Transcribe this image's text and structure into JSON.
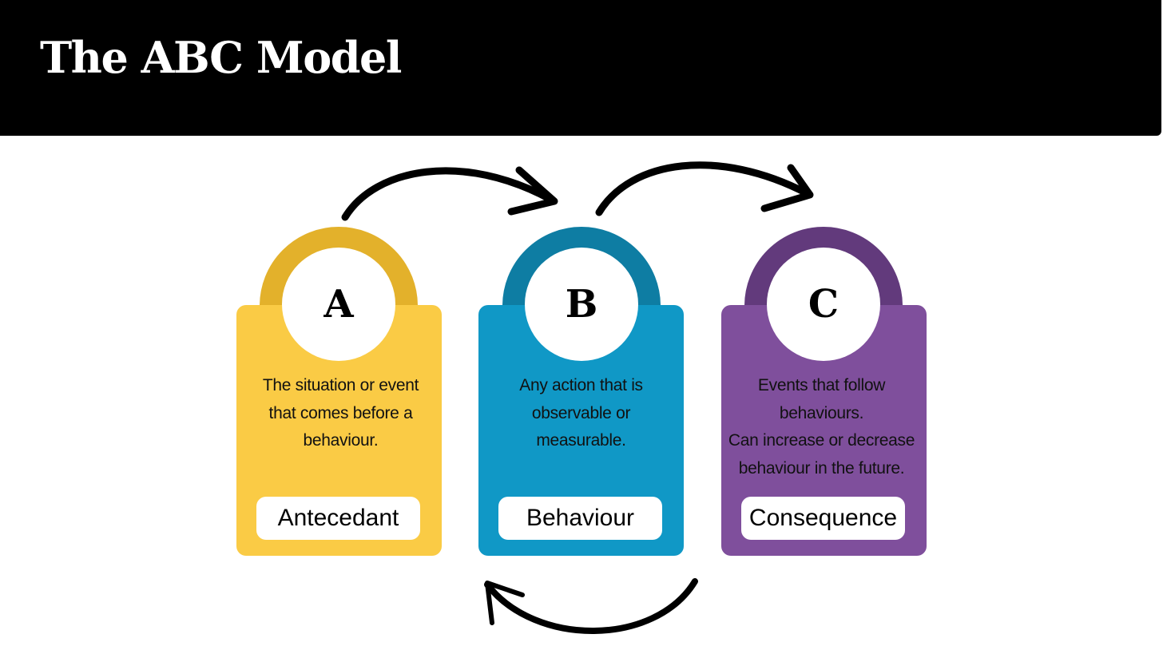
{
  "title": "The ABC Model",
  "colors": {
    "header": "#000000",
    "a_card": "#FACB45",
    "a_arch": "#E3B12B",
    "b_card": "#1098C6",
    "b_arch": "#0E7DA3",
    "c_card": "#7F4F9C",
    "c_arch": "#623A7C"
  },
  "cards": [
    {
      "letter": "A",
      "description": [
        "The situation or event",
        "that comes before a",
        "behaviour."
      ],
      "label": "Antecedant"
    },
    {
      "letter": "B",
      "description": [
        "Any action that is",
        "observable or",
        "measurable."
      ],
      "label": "Behaviour"
    },
    {
      "letter": "C",
      "description": [
        "Events that follow",
        "behaviours.",
        "Can increase or decrease",
        "behaviour in the future."
      ],
      "label": "Consequence"
    }
  ],
  "arrows": [
    "right-arrow-icon",
    "right-arrow-icon",
    "return-arrow-icon"
  ]
}
